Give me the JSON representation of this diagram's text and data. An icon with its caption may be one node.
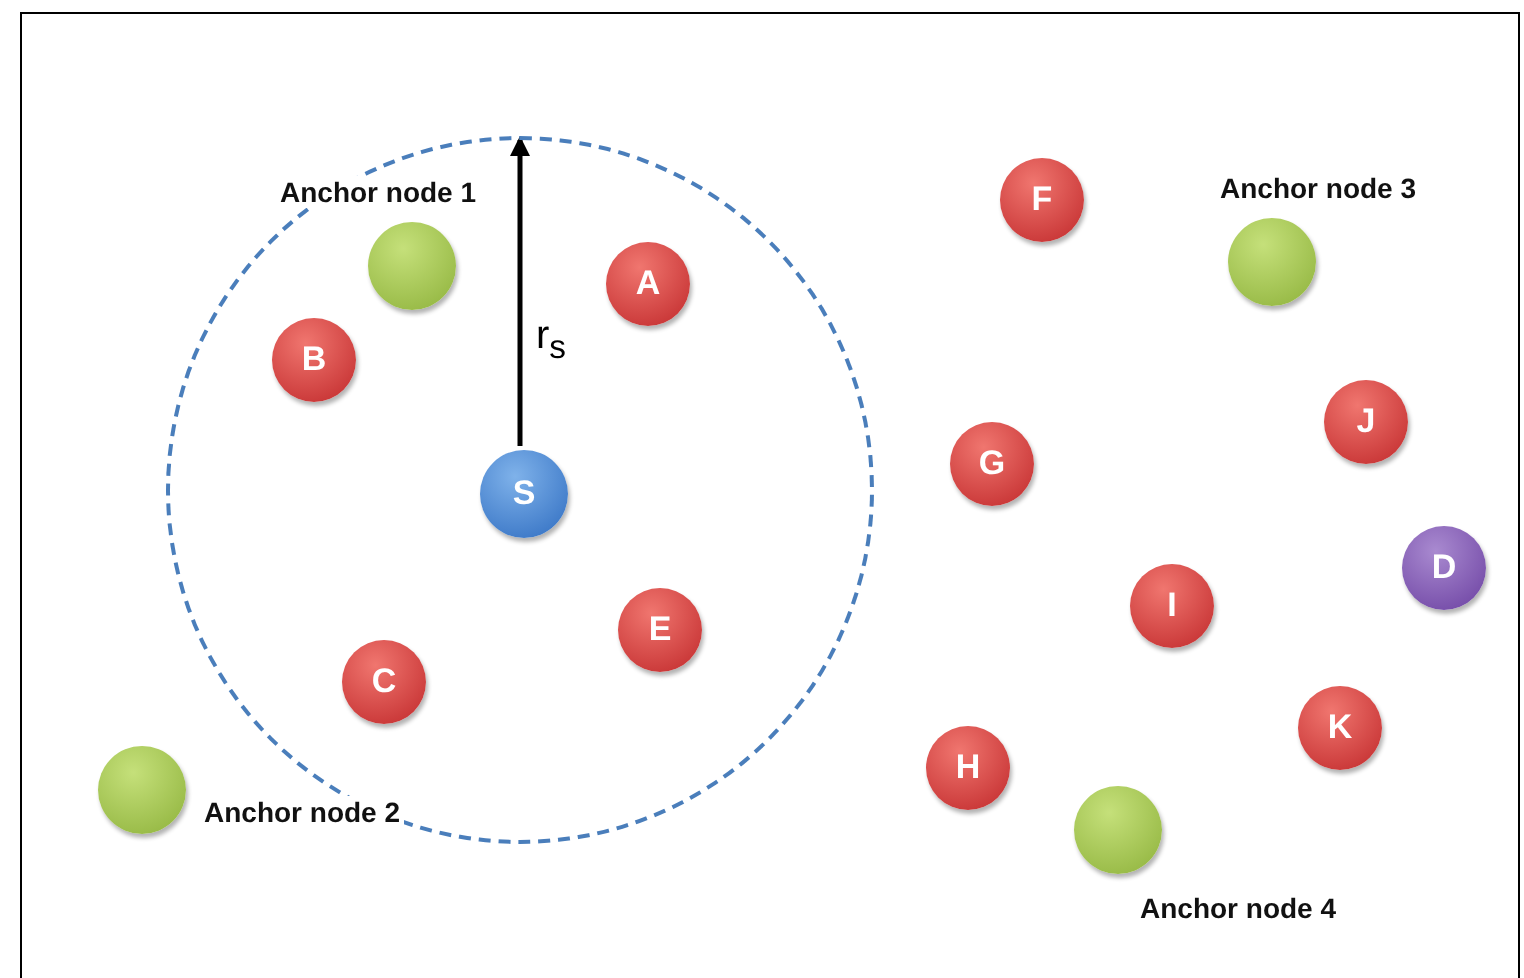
{
  "diagram": {
    "nodes": [
      {
        "text": [],
        "shape": "circle"
      },
      {
        "text": [],
        "shape": "circle",
        "in": 0,
        "beside": [
          "Anchor node 1"
        ]
      },
      {
        "text": [
          "A"
        ],
        "in": 0
      },
      {
        "text": [
          "B"
        ],
        "in": 0
      },
      {
        "text": [
          "S"
        ],
        "in": 0
      },
      {
        "text": [
          "C"
        ],
        "in": 0
      },
      {
        "text": [
          "E"
        ],
        "in": 0
      },
      {
        "text": [
          "F"
        ]
      },
      {
        "text": [],
        "shape": "circle",
        "beside": [
          "Anchor node 3"
        ]
      },
      {
        "text": [
          "J"
        ]
      },
      {
        "text": [
          "G"
        ]
      },
      {
        "text": [
          "D"
        ]
      },
      {
        "text": [
          "I"
        ]
      },
      {
        "text": [
          "K"
        ]
      },
      {
        "text": [
          "H"
        ]
      },
      {
        "text": [],
        "shape": "circle",
        "beside": [
          "Anchor node 2"
        ]
      },
      {
        "text": [],
        "shape": "circle",
        "beside": [
          "Anchor node 4"
        ]
      }
    ],
    "edges": [
      {
        "from": 4,
        "to": 0,
        "arrow": "to",
        "label": "r$_{s}$"
      }
    ]
  }
}
